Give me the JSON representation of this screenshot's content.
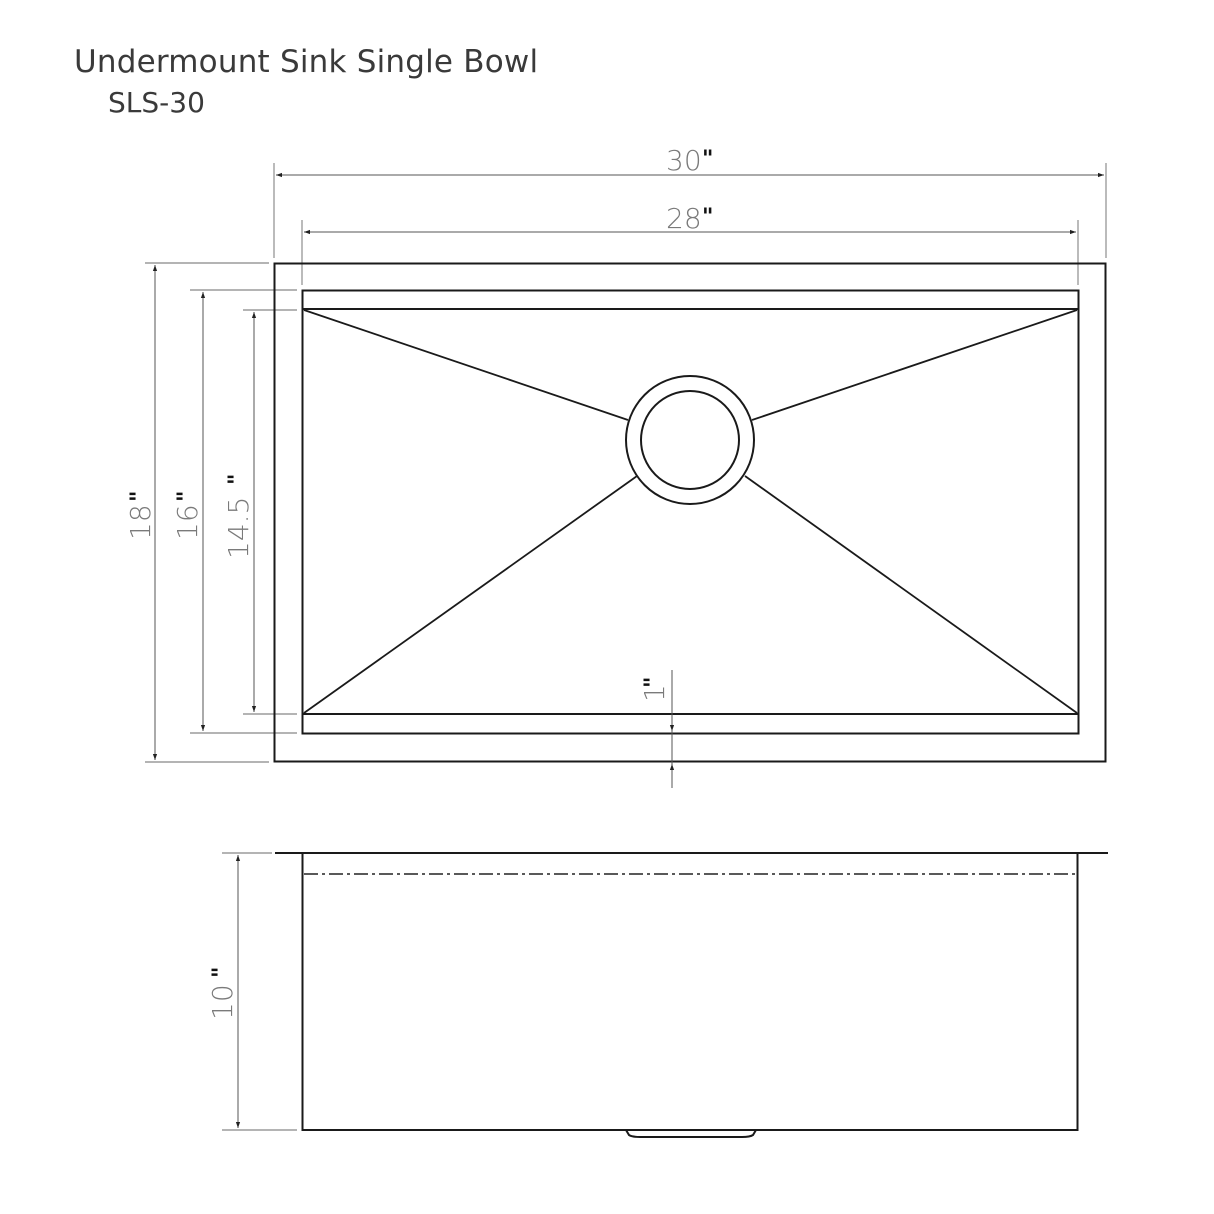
{
  "header": {
    "title": "Undermount Sink Single Bowl",
    "model": "SLS-30"
  },
  "top_view": {
    "dimensions": {
      "outer_width": {
        "value": "30",
        "unit": "\""
      },
      "inner_width": {
        "value": "28",
        "unit": "\""
      },
      "outer_depth": {
        "value": "18",
        "unit": "\""
      },
      "inner_depth": {
        "value": "16",
        "unit": "\""
      },
      "bowl_floor_depth": {
        "value": "14.5",
        "unit": "\""
      },
      "rear_ledge": {
        "value": "1",
        "unit": "\""
      }
    },
    "features": [
      "drain-ring",
      "sloped-floor-lines",
      "front-ledge",
      "rear-ledge"
    ]
  },
  "side_view": {
    "dimensions": {
      "height": {
        "value": "10",
        "unit": "\""
      }
    },
    "features": [
      "flange",
      "water-line-dashdot",
      "drain-bottom"
    ]
  },
  "colors": {
    "outline": "#1a1a1a",
    "dimension_line": "#555555",
    "dimension_text": "#7a7a7a",
    "title_text": "#3a3a3a"
  }
}
